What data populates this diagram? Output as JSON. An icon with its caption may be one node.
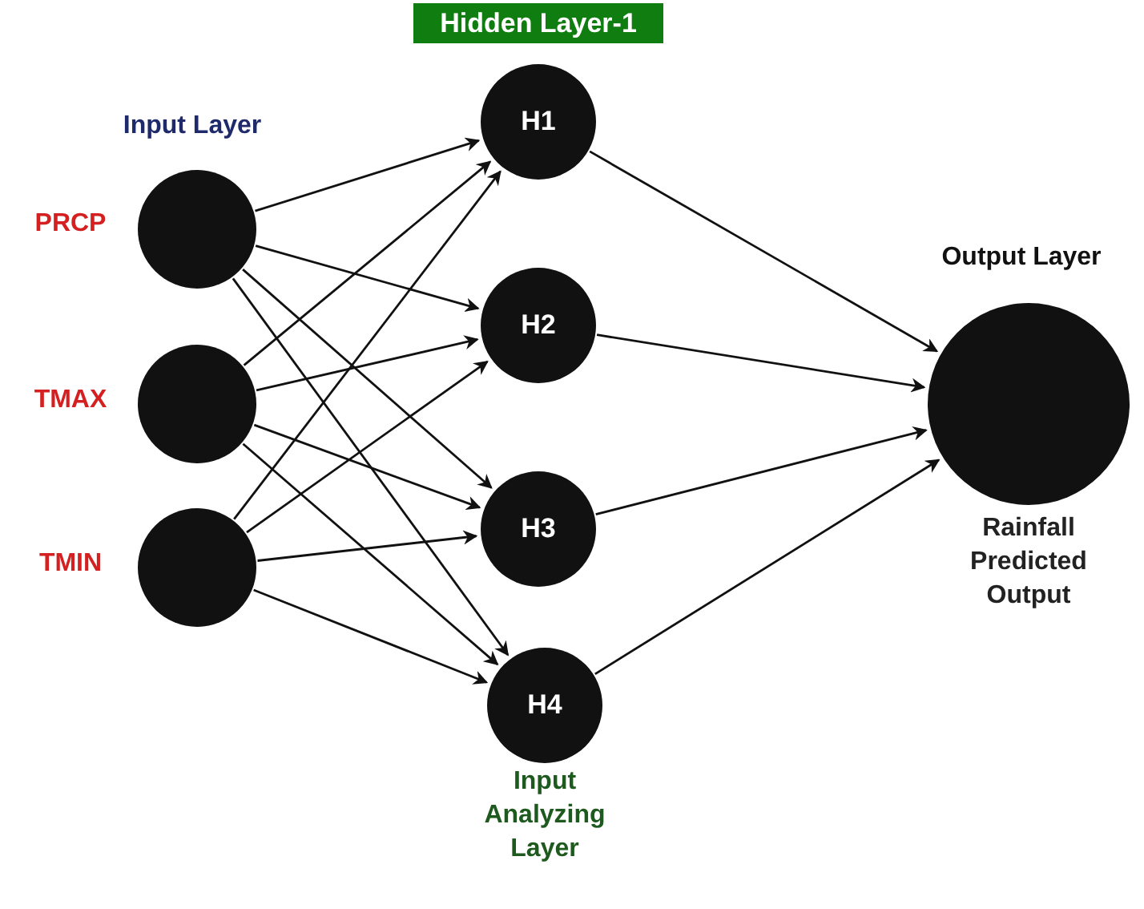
{
  "diagram": {
    "nodes": [
      {
        "text": [],
        "shape": "circle",
        "beside": [
          "PRCP"
        ]
      },
      {
        "text": [],
        "shape": "circle",
        "beside": [
          "TMAX"
        ]
      },
      {
        "text": [],
        "shape": "circle",
        "beside": [
          "TMIN"
        ]
      },
      {
        "text": [
          "H1"
        ]
      },
      {
        "text": [
          "H2"
        ]
      },
      {
        "text": [
          "H3"
        ]
      },
      {
        "text": [
          "H4"
        ],
        "beside": [
          "Input Analyzing Layer"
        ]
      },
      {
        "text": [],
        "shape": "circle",
        "beside": [
          "Rainfall Predicted Output"
        ]
      },
      {
        "text": [
          "Hidden Layer-1"
        ]
      }
    ],
    "edges": [
      {
        "from": 0,
        "to": 3,
        "arrow": "to"
      },
      {
        "from": 0,
        "to": 4,
        "arrow": "to"
      },
      {
        "from": 0,
        "to": 5,
        "arrow": "to"
      },
      {
        "from": 0,
        "to": 6,
        "arrow": "to"
      },
      {
        "from": 1,
        "to": 3,
        "arrow": "to"
      },
      {
        "from": 1,
        "to": 4,
        "arrow": "to"
      },
      {
        "from": 1,
        "to": 5,
        "arrow": "to"
      },
      {
        "from": 1,
        "to": 6,
        "arrow": "to"
      },
      {
        "from": 2,
        "to": 3,
        "arrow": "to"
      },
      {
        "from": 2,
        "to": 4,
        "arrow": "to"
      },
      {
        "from": 2,
        "to": 5,
        "arrow": "to"
      },
      {
        "from": 2,
        "to": 6,
        "arrow": "to"
      },
      {
        "from": 3,
        "to": 7,
        "arrow": "to"
      },
      {
        "from": 4,
        "to": 7,
        "arrow": "to"
      },
      {
        "from": 5,
        "to": 7,
        "arrow": "to"
      },
      {
        "from": 6,
        "to": 7,
        "arrow": "to"
      }
    ],
    "labels": [
      "Input Layer",
      "Output Layer"
    ]
  }
}
